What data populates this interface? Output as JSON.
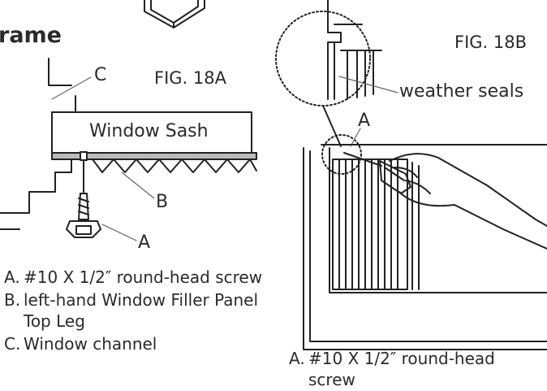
{
  "heading": "rame",
  "fig_a": {
    "title": "FIG. 18A",
    "sash_label": "Window Sash",
    "callouts": {
      "c": "C",
      "b": "B",
      "a": "A"
    },
    "legend": [
      {
        "key": "A.",
        "text": "#10 X 1/2″ round-head screw"
      },
      {
        "key": "B.",
        "text": "left-hand Window Filler Panel Top Leg"
      },
      {
        "key": "C.",
        "text": "Window channel"
      }
    ]
  },
  "fig_b": {
    "title": "FIG. 18B",
    "seals_label": "weather seals",
    "callouts": {
      "a": "A"
    },
    "legend": [
      {
        "key": "A.",
        "text": "#10 X 1/2″ round-head screw"
      }
    ]
  }
}
